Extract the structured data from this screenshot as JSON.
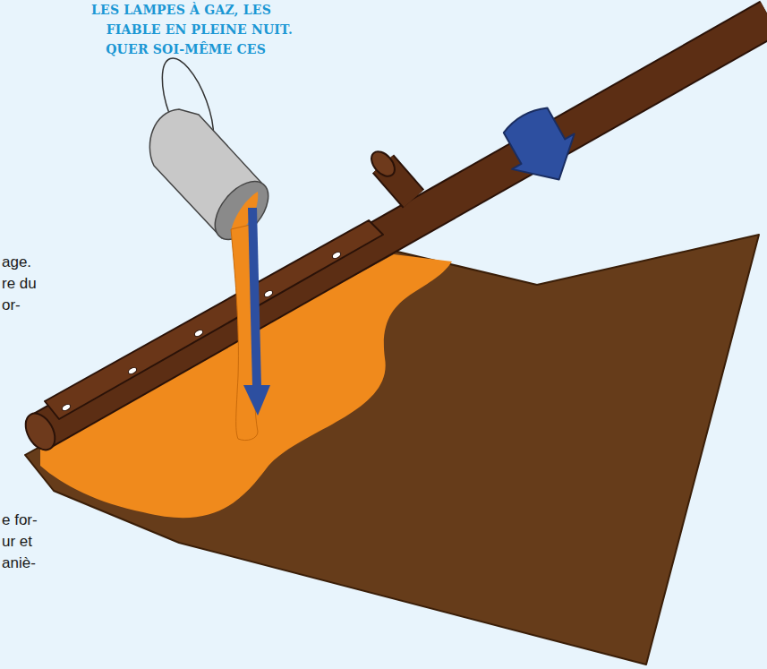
{
  "diagram": {
    "labels": [
      "LES LAMPES À GAZ, LES",
      "FIABLE EN PLEINE NUIT.",
      "QUER SOI-MÊME CES",
      "age.",
      "re du",
      "or-",
      "e for-",
      "ur et",
      "aniè-"
    ]
  }
}
